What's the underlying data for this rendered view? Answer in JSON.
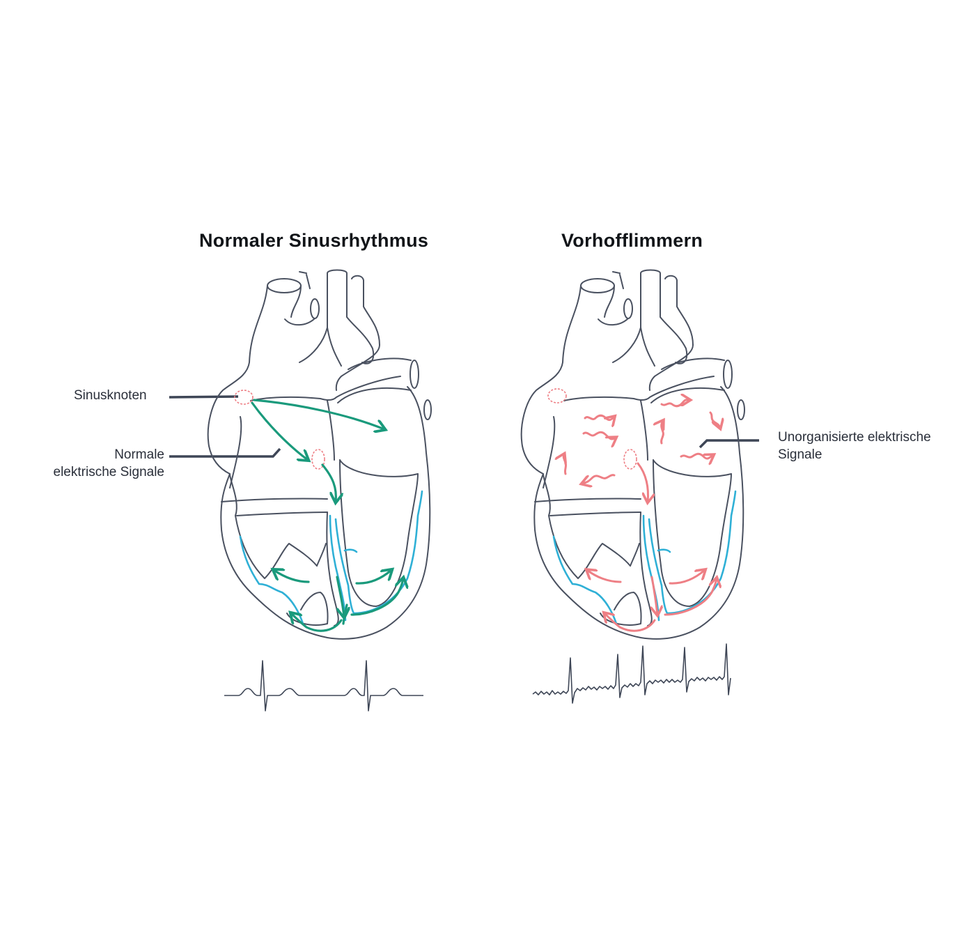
{
  "panels": {
    "left": {
      "title": "Normaler Sinusrhythmus"
    },
    "right": {
      "title": "Vorhofflimmern"
    }
  },
  "labels": {
    "sinusknoten": "Sinusknoten",
    "normal_signals_line1": "Normale",
    "normal_signals_line2": "elektrische Signale",
    "unorganized_line1": "Unorganisierte elektrische",
    "unorganized_line2": "Signale"
  },
  "colors": {
    "outline": "#4a5160",
    "normal_signal": "#1a9a7c",
    "afib_signal": "#ee7f85",
    "conduction": "#2fb0d6",
    "node": "#ee7f85",
    "leader": "#3e4656"
  }
}
